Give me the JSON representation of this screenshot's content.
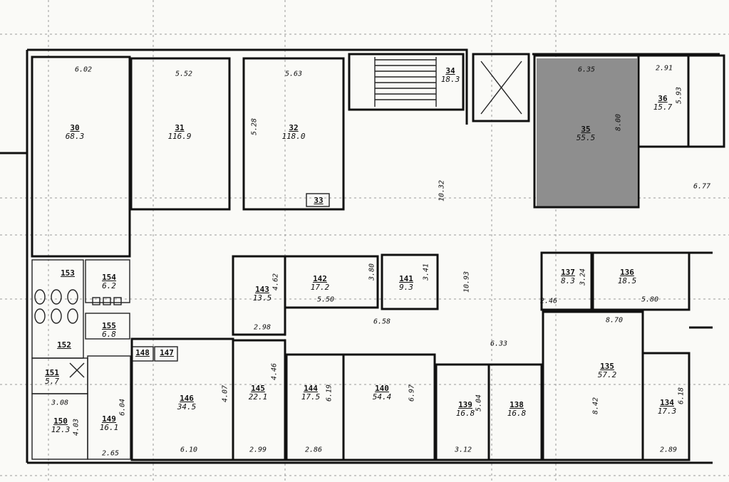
{
  "highlight_color": "#8e8e8e",
  "rooms": [
    {
      "id": "30",
      "area": "68.3"
    },
    {
      "id": "31",
      "area": "116.9"
    },
    {
      "id": "32",
      "area": "118.0"
    },
    {
      "id": "33",
      "area": ""
    },
    {
      "id": "34",
      "area": "18.3"
    },
    {
      "id": "35",
      "area": "55.5"
    },
    {
      "id": "36",
      "area": "15.7"
    },
    {
      "id": "137",
      "area": "8.3"
    },
    {
      "id": "138",
      "area": "16.8"
    },
    {
      "id": "139",
      "area": "16.8"
    },
    {
      "id": "140",
      "area": "54.4"
    },
    {
      "id": "141",
      "area": "9.3"
    },
    {
      "id": "142",
      "area": "17.2"
    },
    {
      "id": "143",
      "area": "13.5"
    },
    {
      "id": "144",
      "area": "17.5"
    },
    {
      "id": "145",
      "area": "22.1"
    },
    {
      "id": "146",
      "area": "34.5"
    },
    {
      "id": "147",
      "area": ""
    },
    {
      "id": "148",
      "area": ""
    },
    {
      "id": "149",
      "area": "16.1"
    },
    {
      "id": "150",
      "area": "12.3"
    },
    {
      "id": "151",
      "area": "5.7"
    },
    {
      "id": "152",
      "area": ""
    },
    {
      "id": "153",
      "area": ""
    },
    {
      "id": "154",
      "area": "6.2"
    },
    {
      "id": "155",
      "area": "6.8"
    },
    {
      "id": "135",
      "area": "57.2"
    },
    {
      "id": "136",
      "area": "18.5"
    },
    {
      "id": "134",
      "area": "17.3"
    }
  ],
  "dimensions": [
    "6.02",
    "5.52",
    "5.63",
    "6.35",
    "2.91",
    "8.00",
    "6.77",
    "5.93",
    "5.28",
    "10.32",
    "10.93",
    "6.33",
    "2.98",
    "5.50",
    "6.58",
    "4.62",
    "3.80",
    "3.41",
    "3.08",
    "4.03",
    "6.04",
    "2.65",
    "6.10",
    "4.07",
    "2.99",
    "4.46",
    "2.86",
    "6.19",
    "6.97",
    "3.12",
    "5.04",
    "2.46",
    "3.24",
    "5.80",
    "8.70",
    "8.42",
    "6.18",
    "2.89"
  ]
}
